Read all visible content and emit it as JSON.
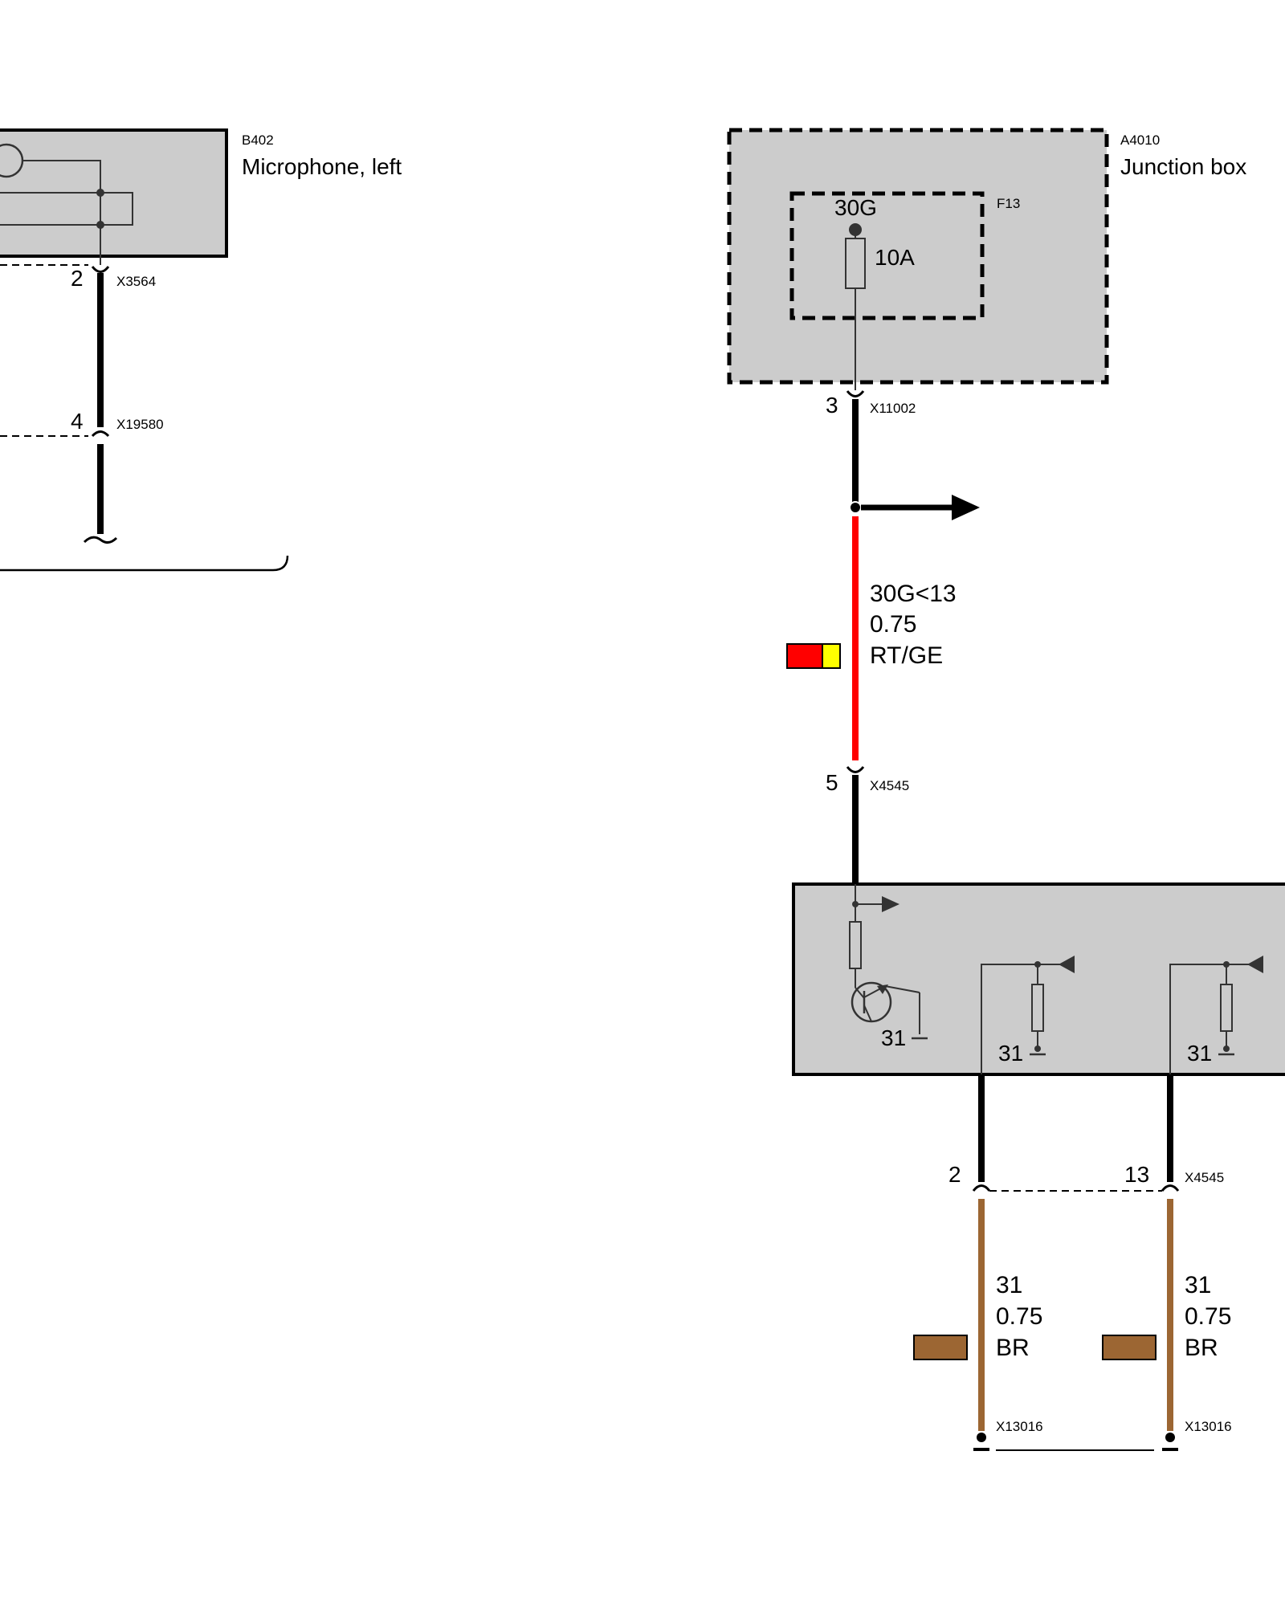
{
  "components": {
    "microphone": {
      "id": "B402",
      "name": "Microphone, left"
    },
    "junction_box": {
      "id": "A4010",
      "name": "Junction box"
    },
    "fuse": {
      "id": "F13",
      "terminal": "30G",
      "rating": "10A"
    },
    "control_unit": {
      "ground_labels": [
        "31",
        "31",
        "31"
      ]
    }
  },
  "connectors": {
    "mic_top": {
      "pin": "2",
      "id": "X3564"
    },
    "mic_mid": {
      "pin": "4",
      "id": "X19580"
    },
    "jb_out": {
      "pin": "3",
      "id": "X11002"
    },
    "cu_in": {
      "pin": "5",
      "id": "X4545"
    },
    "cu_out_left": {
      "pin": "2"
    },
    "cu_out_right": {
      "pin": "13",
      "id": "X4545"
    },
    "ground_left": {
      "id": "X13016"
    },
    "ground_right": {
      "id": "X13016"
    }
  },
  "wires": {
    "supply": {
      "signal": "30G<13",
      "gauge": "0.75",
      "color_code": "RT/GE",
      "colors": [
        "#ff0000",
        "#ffff00"
      ]
    },
    "ground_left": {
      "signal": "31",
      "gauge": "0.75",
      "color_code": "BR",
      "colors": [
        "#9c6633"
      ]
    },
    "ground_right": {
      "signal": "31",
      "gauge": "0.75",
      "color_code": "BR",
      "colors": [
        "#9c6633"
      ]
    }
  },
  "style": {
    "box_fill": "#cccccc",
    "wire_red": "#ff0000",
    "wire_brown": "#9c6633"
  }
}
